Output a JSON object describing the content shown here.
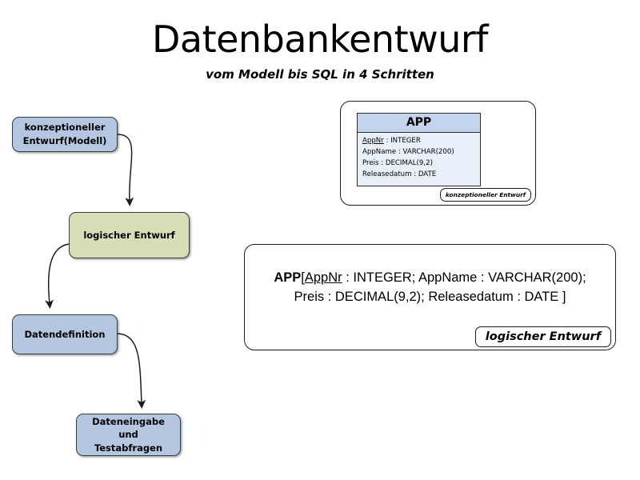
{
  "slide": {
    "title": "Datenbankentwurf",
    "subtitle": "vom Modell bis SQL in 4 Schritten",
    "background": "#ffffff"
  },
  "colors": {
    "blue_fill": "#b4c7e0",
    "green_fill": "#d7ddb5",
    "entity_header_fill": "#c3d5ec",
    "entity_body_fill": "#e9f0f9",
    "outline": "#3b3b3b"
  },
  "flow": {
    "steps": [
      {
        "id": "konzeptioneller-entwurf",
        "line1": "konzeptioneller",
        "line2": "Entwurf(Modell)",
        "fill": "#b4c7e0"
      },
      {
        "id": "logischer-entwurf",
        "line1": "logischer Entwurf",
        "line2": "",
        "fill": "#d7ddb5"
      },
      {
        "id": "datendefinition",
        "line1": "Datendefinition",
        "line2": "",
        "fill": "#b4c7e0"
      },
      {
        "id": "dateneingabe",
        "line1": "Dateneingabe und",
        "line2": "Testabfragen",
        "fill": "#b4c7e0"
      }
    ]
  },
  "panel_konzeptionell": {
    "badge": "konzeptioneller Entwurf",
    "entity": {
      "name": "APP",
      "attributes": [
        {
          "name": "AppNr",
          "type": "INTEGER",
          "primary_key": true,
          "text": "AppNr : INTEGER"
        },
        {
          "name": "AppName",
          "type": "VARCHAR(200)",
          "primary_key": false,
          "text": "AppName : VARCHAR(200)"
        },
        {
          "name": "Preis",
          "type": "DECIMAL(9,2)",
          "primary_key": false,
          "text": "Preis : DECIMAL(9,2)"
        },
        {
          "name": "Releasedatum",
          "type": "DATE",
          "primary_key": false,
          "text": "Releasedatum : DATE"
        }
      ]
    }
  },
  "panel_logisch": {
    "badge": "logischer Entwurf",
    "schema": {
      "relation": "APP",
      "open_bracket": "[",
      "pk": "AppNr",
      "rest_line1": " : INTEGER; AppName : VARCHAR(200);",
      "line2": "Preis : DECIMAL(9,2); Releasedatum : DATE ]"
    }
  }
}
